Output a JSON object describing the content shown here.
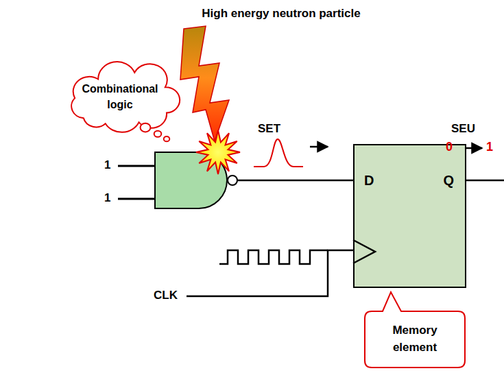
{
  "diagram": {
    "nodes": [
      {
        "text": [
          "Combinational logic"
        ]
      },
      {
        "text": [
          "D",
          "Q"
        ]
      },
      {
        "text": [
          "Memory element"
        ]
      }
    ],
    "labels": [
      "High energy neutron particle",
      "SET",
      "SEU",
      "0",
      "1",
      "1",
      "1",
      "CLK"
    ]
  }
}
